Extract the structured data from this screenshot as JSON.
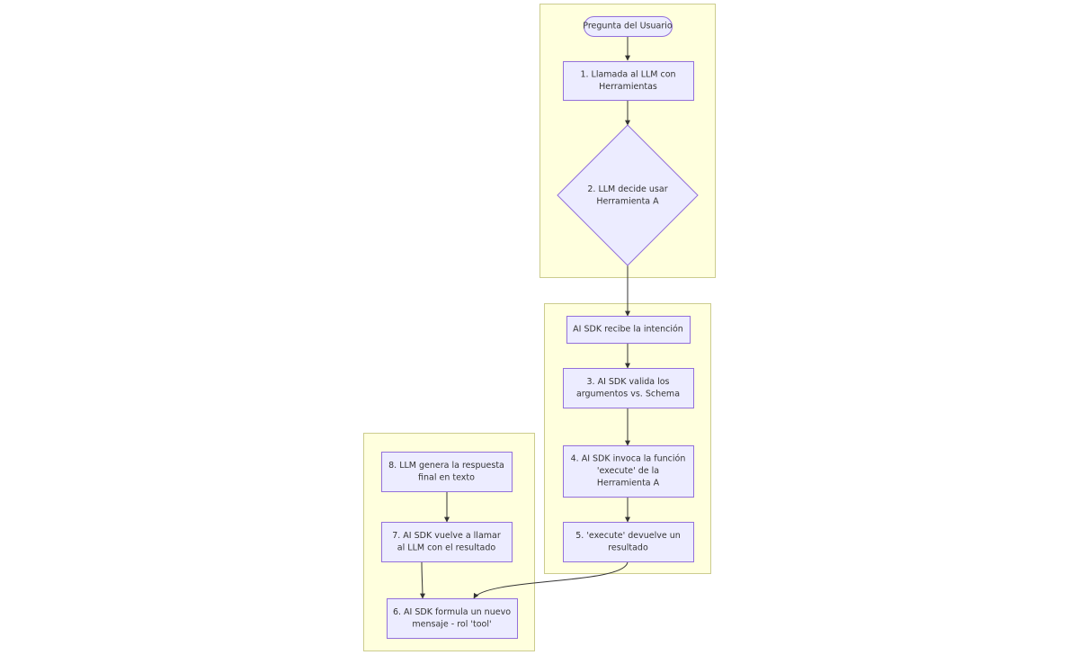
{
  "diagram": {
    "nodes": {
      "start": {
        "lines": [
          "Pregunta del Usuario"
        ]
      },
      "step1": {
        "lines": [
          "1. Llamada al LLM con",
          "Herramientas"
        ]
      },
      "step2": {
        "lines": [
          "2. LLM decide usar",
          "Herramienta A"
        ]
      },
      "sdk_intent": {
        "lines": [
          "AI SDK recibe la intención"
        ]
      },
      "step3": {
        "lines": [
          "3. AI SDK valida los",
          "argumentos vs. Schema"
        ]
      },
      "step4": {
        "lines": [
          "4. AI SDK invoca la función",
          "'execute' de la",
          "Herramienta A"
        ]
      },
      "step5": {
        "lines": [
          "5. 'execute' devuelve un",
          "resultado"
        ]
      },
      "step6": {
        "lines": [
          "6. AI SDK formula un nuevo",
          "mensaje - rol 'tool'"
        ]
      },
      "step7": {
        "lines": [
          "7. AI SDK vuelve a llamar",
          "al LLM con el resultado"
        ]
      },
      "step8": {
        "lines": [
          "8. LLM genera la respuesta",
          "final en texto"
        ]
      }
    },
    "colors": {
      "cluster_fill": "#ffffde",
      "cluster_stroke": "#cccc8e",
      "node_fill": "#ececff",
      "node_stroke": "#9370db",
      "edge": "#333333",
      "text": "#333333"
    }
  }
}
